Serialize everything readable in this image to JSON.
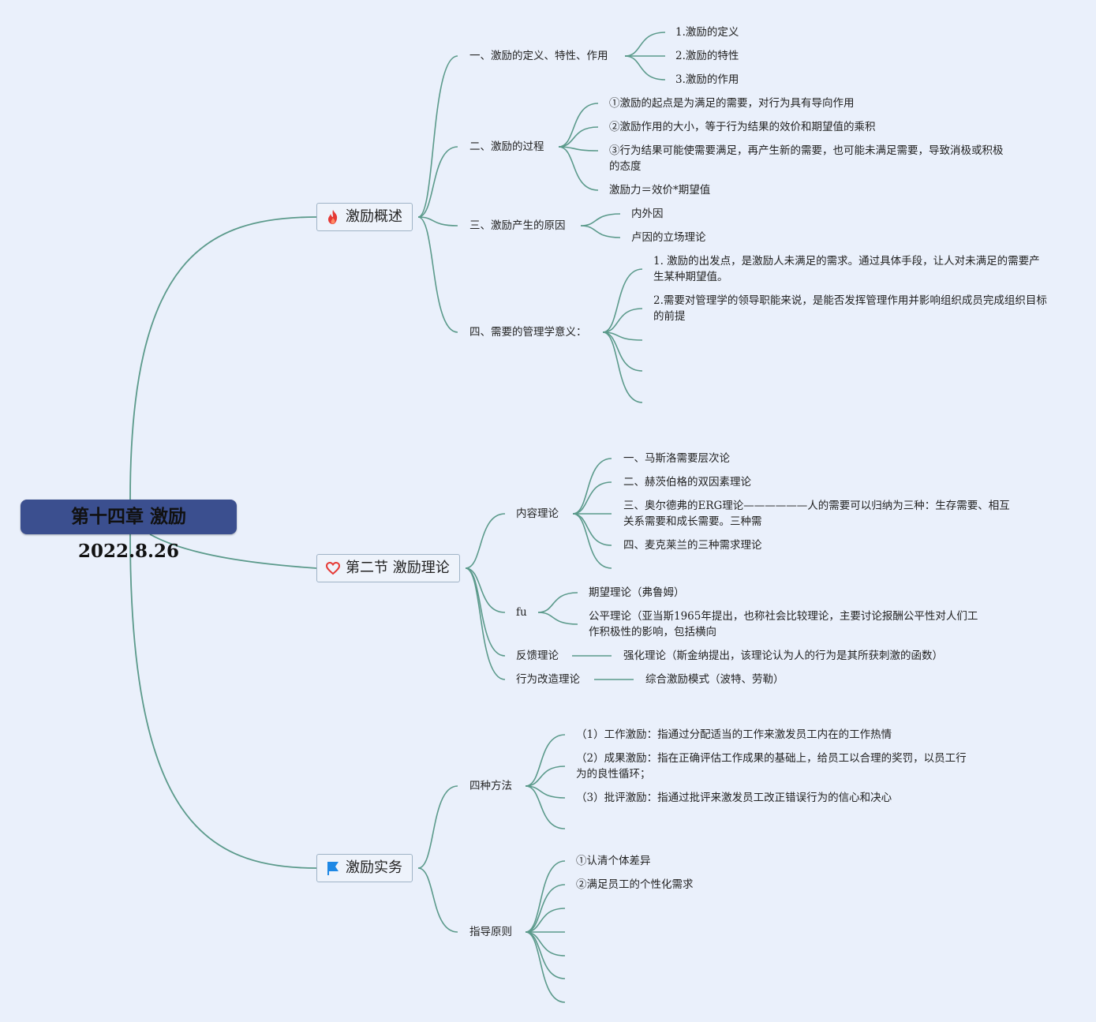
{
  "root": {
    "title": "第十四章 激励2022.8.26"
  },
  "sections": {
    "s1": {
      "label": "激励概述",
      "icon": "fire-icon"
    },
    "s2": {
      "label": "第二节 激励理论",
      "icon": "heart-icon"
    },
    "s3": {
      "label": "激励实务",
      "icon": "flag-icon"
    }
  },
  "s1": {
    "a": {
      "label": "一、激励的定义、特性、作用",
      "items": [
        "1.激励的定义",
        "2.激励的特性",
        "3.激励的作用"
      ]
    },
    "b": {
      "label": "二、激励的过程",
      "items": [
        "①激励的起点是为满足的需要，对行为具有导向作用",
        "②激励作用的大小，等于行为结果的效价和期望值的乘积",
        "③行为结果可能使需要满足，再产生新的需要，也可能未满足需要，导致消极或积极的态度",
        "激励力＝效价*期望值"
      ]
    },
    "c": {
      "label": "三、激励产生的原因",
      "items": [
        "内外因",
        "卢因的立场理论"
      ]
    },
    "d": {
      "label": "四、需要的管理学意义：",
      "items": [
        "1. 激励的出发点，是激励人未满足的需求。通过具体手段，让人对未满足的需要产生某种期望值。",
        "2.需要对管理学的领导职能来说，是能否发挥管理作用并影响组织成员完成组织目标的前提"
      ]
    }
  },
  "s2": {
    "a": {
      "label": "内容理论",
      "items": [
        "一、马斯洛需要层次论",
        "二、赫茨伯格的双因素理论",
        "三、奥尔德弗的ERG理论——————人的需要可以归纳为三种：生存需要、相互关系需要和成长需要。三种需",
        "四、麦克莱兰的三种需求理论"
      ]
    },
    "b": {
      "label": "fu",
      "items": [
        "期望理论（弗鲁姆）",
        "公平理论（亚当斯1965年提出，也称社会比较理论，主要讨论报酬公平性对人们工作积极性的影响，包括横向"
      ]
    },
    "c": {
      "label": "反馈理论",
      "items": [
        "强化理论（斯金纳提出，该理论认为人的行为是其所获刺激的函数）"
      ]
    },
    "d": {
      "label": "行为改造理论",
      "items": [
        "综合激励模式（波特、劳勒）"
      ]
    }
  },
  "s3": {
    "a": {
      "label": "四种方法",
      "items": [
        "（1）工作激励：指通过分配适当的工作来激发员工内在的工作热情",
        "（2）成果激励：指在正确评估工作成果的基础上，给员工以合理的奖罚，以员工行为的良性循环；",
        "（3）批评激励：指通过批评来激发员工改正错误行为的信心和决心"
      ]
    },
    "b": {
      "label": "指导原则",
      "items": [
        "①认清个体差异",
        "②满足员工的个性化需求"
      ]
    }
  },
  "colors": {
    "line": "#5b9a8b",
    "root_bg": "#3b4f8f",
    "fire": "#e53935",
    "heart": "#e53935",
    "flag": "#1e88e5"
  }
}
